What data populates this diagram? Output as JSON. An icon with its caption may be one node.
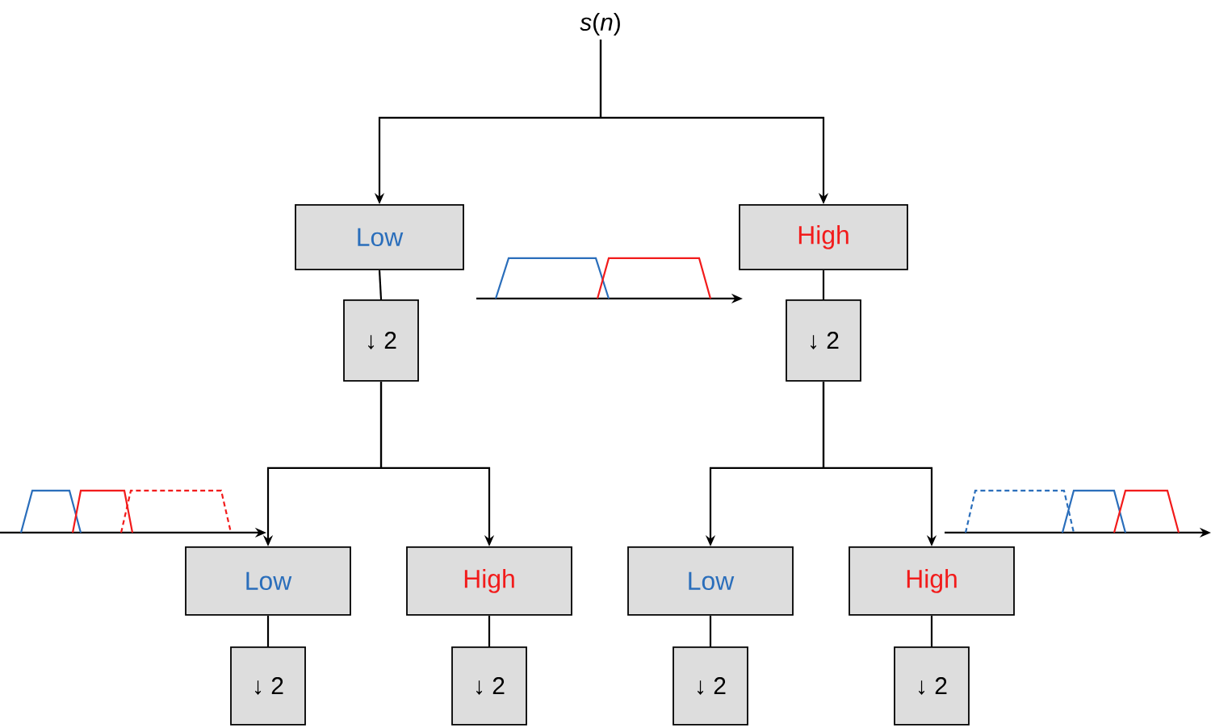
{
  "diagram": {
    "nodes": [
      {
        "text": [
          "*s*(*n*)"
        ]
      },
      {
        "text": [
          "Low"
        ]
      },
      {
        "text": [
          "High"
        ]
      },
      {
        "text": [
          "↓ 2"
        ]
      },
      {
        "text": [
          "↓ 2"
        ]
      },
      {
        "text": [
          "Low"
        ]
      },
      {
        "text": [
          "High"
        ]
      },
      {
        "text": [
          "Low"
        ]
      },
      {
        "text": [
          "High"
        ]
      },
      {
        "text": [
          "↓ 2"
        ]
      },
      {
        "text": [
          "↓ 2"
        ]
      },
      {
        "text": [
          "↓ 2"
        ]
      },
      {
        "text": [
          "↓ 2"
        ]
      }
    ],
    "edges": [
      {
        "from": 0,
        "to": 1,
        "arrow": "to"
      },
      {
        "from": 0,
        "to": 2,
        "arrow": "to"
      },
      {
        "from": 1,
        "to": 3,
        "arrow": "none"
      },
      {
        "from": 2,
        "to": 4,
        "arrow": "none"
      },
      {
        "from": 3,
        "to": 5,
        "arrow": "to"
      },
      {
        "from": 3,
        "to": 6,
        "arrow": "to"
      },
      {
        "from": 4,
        "to": 7,
        "arrow": "to"
      },
      {
        "from": 4,
        "to": 8,
        "arrow": "to"
      },
      {
        "from": 5,
        "to": 9,
        "arrow": "none"
      },
      {
        "from": 6,
        "to": 10,
        "arrow": "none"
      },
      {
        "from": 7,
        "to": 11,
        "arrow": "none"
      },
      {
        "from": 8,
        "to": 12,
        "arrow": "none"
      }
    ]
  }
}
